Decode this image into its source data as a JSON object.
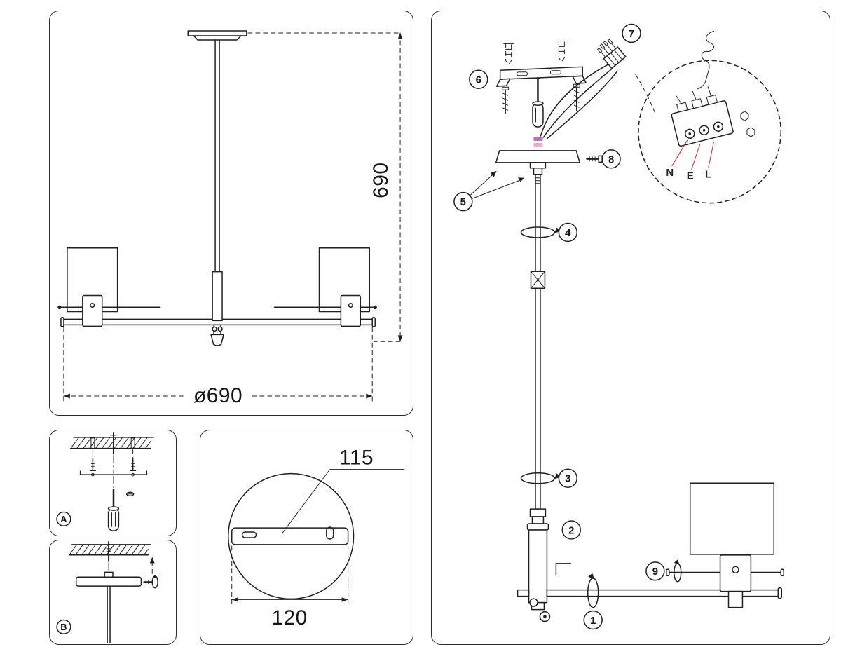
{
  "front_view": {
    "height_dim": "690",
    "diameter_dim": "ø690"
  },
  "detail_a": {
    "label": "A"
  },
  "detail_b": {
    "label": "B"
  },
  "plate_detail": {
    "hole_spacing_dim": "115",
    "plate_width_dim": "120"
  },
  "assembly": {
    "step_labels": [
      "1",
      "2",
      "3",
      "4",
      "5",
      "6",
      "7",
      "8",
      "9"
    ],
    "wire_labels": {
      "neutral": "N",
      "earth": "E",
      "live": "L"
    }
  },
  "colors": {
    "line": "#1f1f1f",
    "wire_leader_red": "#cf3a2b",
    "wire_mark_purple": "#bb6fbd",
    "wire_mark_pink": "#e9aed3"
  }
}
